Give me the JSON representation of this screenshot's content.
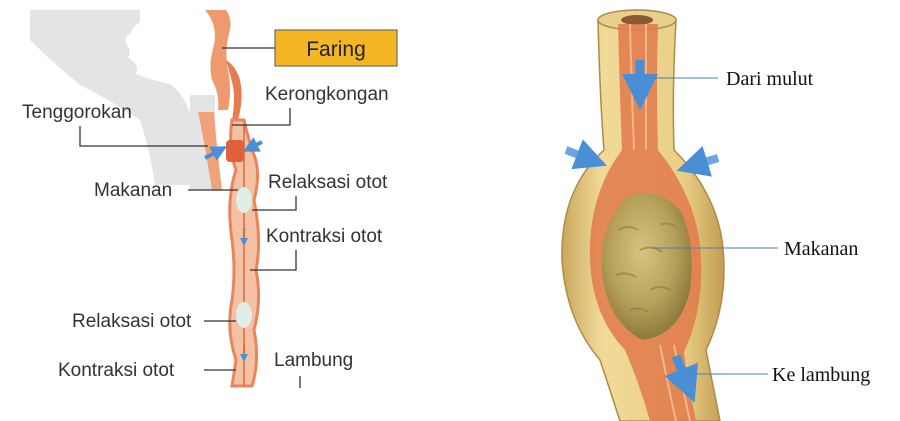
{
  "left_panel": {
    "faring_label": "Faring",
    "labels": {
      "kerongkongan": "Kerongkongan",
      "tenggorokan": "Tenggorokan",
      "makanan": "Makanan",
      "relaksasi_top": "Relaksasi otot",
      "kontraksi_top": "Kontraksi otot",
      "relaksasi_bottom": "Relaksasi otot",
      "kontraksi_bottom": "Kontraksi otot",
      "lambung": "Lambung"
    }
  },
  "right_panel": {
    "labels": {
      "dari_mulut": "Dari mulut",
      "makanan": "Makanan",
      "ke_lambung": "Ke lambung"
    }
  },
  "colors": {
    "faring_box": "#f5b623",
    "arrow_blue": "#4a8fd6",
    "tissue_orange": "#e9855a",
    "tube_tan": "#e3c77e",
    "food_bolus": "#b7a25c",
    "skin_gray": "#e3e5e5"
  }
}
